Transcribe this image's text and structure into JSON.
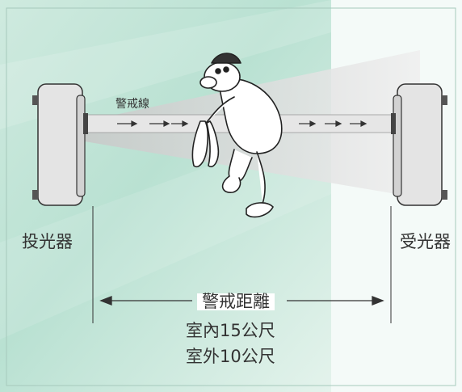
{
  "colors": {
    "panel_left": "#c9e8dc",
    "panel_right": "#eef6f3",
    "device": "#e8e8e8",
    "device_outline": "#333333",
    "beam": "#d8d8d8"
  },
  "labels": {
    "beam": "警戒線",
    "transmitter": "投光器",
    "receiver": "受光器",
    "distance_title": "警戒距離",
    "distance_indoor": "室內15公尺",
    "distance_outdoor": "室外10公尺"
  },
  "icons": {
    "transmitter": "transmitter-device-icon",
    "receiver": "receiver-device-icon",
    "person": "intruder-person-icon"
  }
}
